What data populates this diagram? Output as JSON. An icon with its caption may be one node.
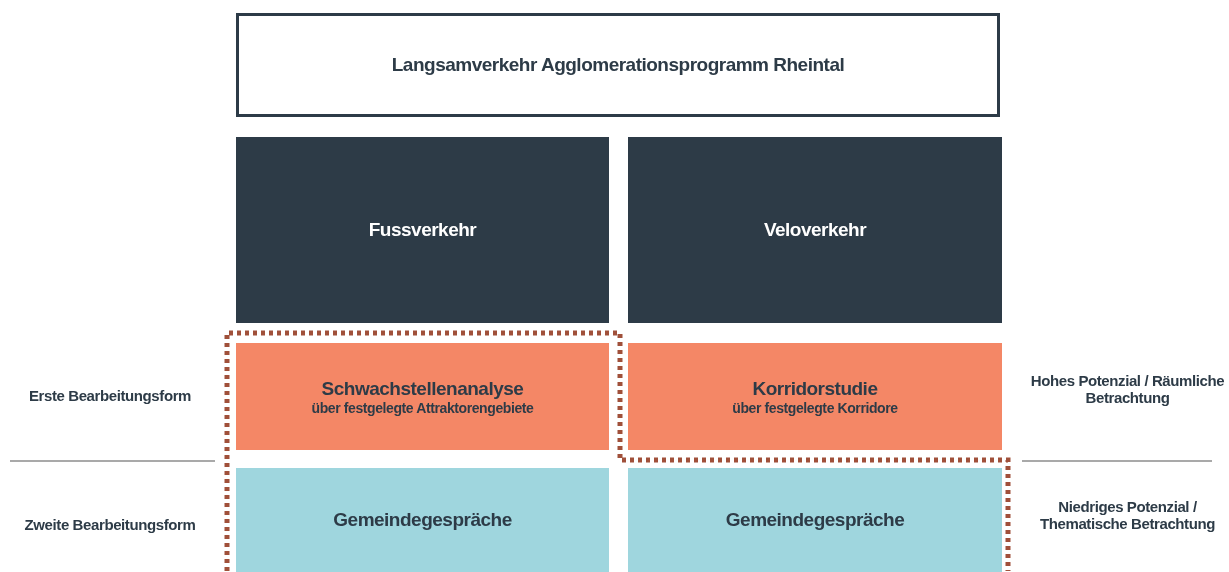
{
  "diagram": {
    "nodes": [
      {
        "text": [
          "Langsamverkehr Agglomerationsprogramm Rheintal"
        ]
      },
      {
        "text": [
          "Fussverkehr"
        ]
      },
      {
        "text": [
          "Veloverkehr"
        ]
      },
      {
        "text": [
          "Schwachstellenanalyse",
          "über festgelegte Attraktorengebiete"
        ]
      },
      {
        "text": [
          "Korridorstudie",
          "über festgelegte Korridore"
        ]
      },
      {
        "text": [
          "Gemeindegespräche"
        ]
      },
      {
        "text": [
          "Gemeindegespräche"
        ]
      }
    ],
    "labels": [
      "Erste Bearbeitungsform",
      "Hohes Potenzial / Räumliche Betrachtung",
      "Zweite Bearbeitungsform",
      "Niedriges Potenzial / Thematische Betrachtung"
    ]
  }
}
